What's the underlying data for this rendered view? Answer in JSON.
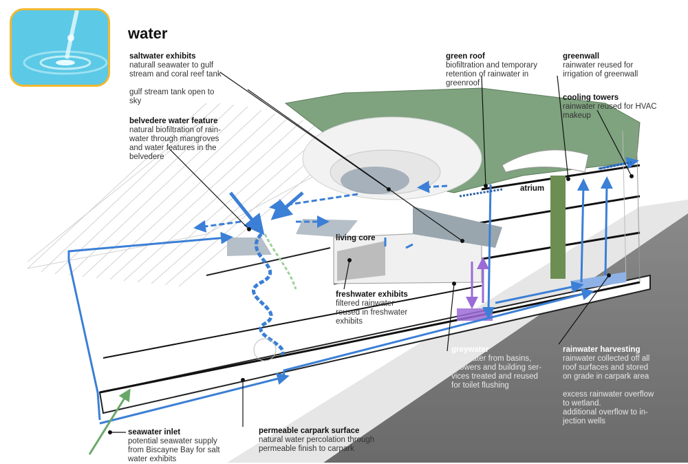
{
  "title": "water",
  "thumbnail": {
    "icon": "water-drop-icon",
    "color": "#5cc9e6",
    "border": "#f2b830"
  },
  "colors": {
    "water_flow": "#3b7fd6",
    "greywater": "#9b6bd6",
    "seawater_inlet": "#6aa86a",
    "green_roof": "#7fa27f",
    "ground": "#7a7a7a"
  },
  "labels": {
    "saltwater": {
      "heading": "saltwater exhibits",
      "body": "naturall seawater to gulf\nstream and coral reef tank\n\ngulf stream tank open to\nsky"
    },
    "belvedere": {
      "heading": "belvedere water feature",
      "body": "natural biofiltration of rain-\nwater through mangroves\nand water features in the\nbelvedere"
    },
    "green_roof": {
      "heading": "green roof",
      "body": "biofiltration and temporary\nretention of rainwater in\ngreenroof"
    },
    "greenwall": {
      "heading": "greenwall",
      "body": "rainwater reused for\nirrigation of greenwall"
    },
    "cooling": {
      "heading": "cooling towers",
      "body": "rainwater reused for HVAC\nmakeup"
    },
    "atrium": {
      "heading": "atrium"
    },
    "living_core": {
      "heading": "living core"
    },
    "freshwater": {
      "heading": "freshwater exhibits",
      "body": "filtered rainwater\nreused in freshwater\nexhibits"
    },
    "greywater": {
      "heading": "greywater",
      "body": "greywater from basins,\nshowers and building ser-\nvices treated and reused\nfor toilet flushing"
    },
    "rainwater": {
      "heading": "rainwater harvesting",
      "body": "rainwater collected off all\nroof surfaces and stored\non grade in carpark area\n\nexcess rainwater overflow\nto wetland.\nadditional overflow to in-\njection wells"
    },
    "carpark": {
      "heading": "permeable carpark surface",
      "body": "natural water percolation through\npermeable finish to carpark"
    },
    "seawater": {
      "heading": "seawater inlet",
      "body": "potential seawater supply\nfrom Biscayne Bay for salt\nwater exhibits"
    }
  }
}
